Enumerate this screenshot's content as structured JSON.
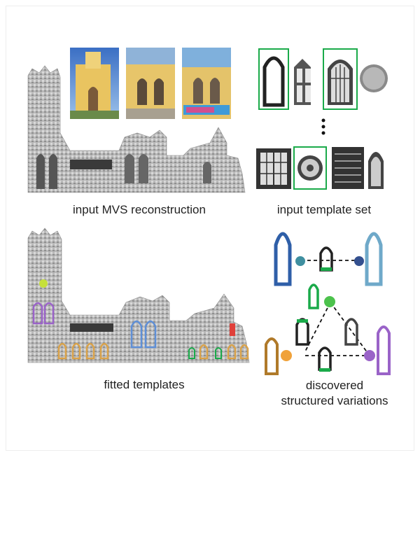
{
  "captions": {
    "mvs": "input MVS reconstruction",
    "templates": "input template set",
    "fitted": "fitted templates",
    "variations_line1": "discovered",
    "variations_line2": "structured variations"
  },
  "colors": {
    "highlight_green": "#1aaa4a",
    "blue": "#2f5fa8",
    "light_blue": "#6fa9c9",
    "teal": "#3f8fa0",
    "navy": "#34508f",
    "orange": "#f0a23a",
    "brown": "#b07a2a",
    "purple": "#9a63c8",
    "green_dot": "#4cc24c"
  }
}
